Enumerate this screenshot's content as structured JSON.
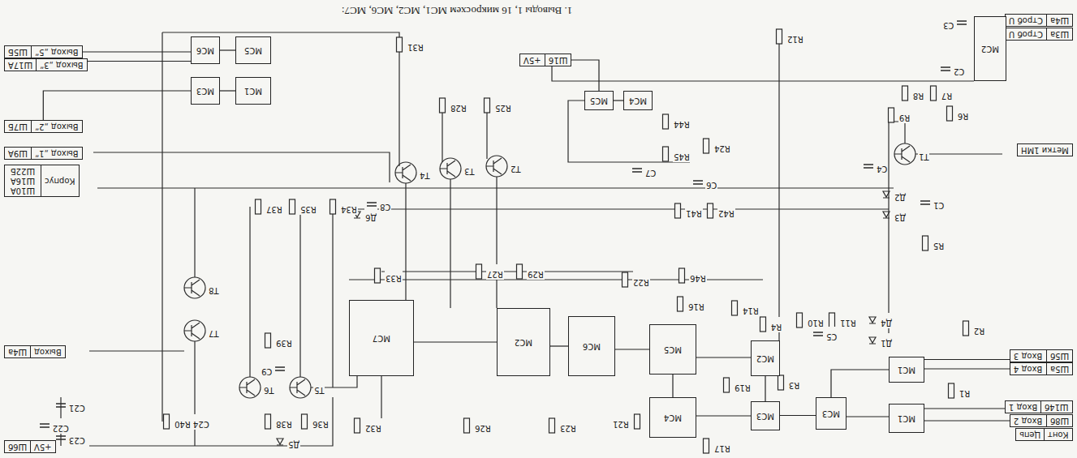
{
  "diagram": {
    "nodes": [
      {
        "text": [
          "Строб U",
          "Ш4а"
        ]
      },
      {
        "text": [
          "Строб U",
          "Ш3а"
        ]
      },
      {
        "text": [
          "Метки 1МН"
        ]
      },
      {
        "text": [
          "Вход 3",
          "Ш5б"
        ]
      },
      {
        "text": [
          "Вход 4",
          "Ш5а"
        ]
      },
      {
        "text": [
          "Вход 1",
          "Ш14б"
        ]
      },
      {
        "text": [
          "Вход 2",
          "Ш8б"
        ]
      },
      {
        "text": [
          "Цепь",
          "Конт"
        ]
      },
      {
        "text": [
          "+5V",
          "Ш16"
        ]
      },
      {
        "text": [
          "Выход „5“",
          "Ш5Б"
        ]
      },
      {
        "text": [
          "Выход „3“",
          "Ш17А"
        ]
      },
      {
        "text": [
          "Выход „2“",
          "Ш7Б"
        ]
      },
      {
        "text": [
          "Выход „1“",
          "Ш9А"
        ]
      },
      {
        "text": [
          "Корпус",
          "Ш10А Ш16А Ш22Б"
        ]
      },
      {
        "text": [
          "Выход",
          "Ш4а"
        ]
      },
      {
        "text": [
          "+5V",
          "Ш6б"
        ]
      },
      {
        "text": [
          "МС2"
        ]
      },
      {
        "text": [
          "МС5"
        ]
      },
      {
        "text": [
          "МС4"
        ]
      },
      {
        "text": [
          "МС6"
        ]
      },
      {
        "text": [
          "МС5"
        ]
      },
      {
        "text": [
          "МС3"
        ]
      },
      {
        "text": [
          "МС1"
        ]
      },
      {
        "text": [
          "МС1"
        ]
      },
      {
        "text": [
          "МС1"
        ]
      },
      {
        "text": [
          "МС3"
        ]
      },
      {
        "text": [
          "МС3"
        ]
      },
      {
        "text": [
          "МС2"
        ]
      },
      {
        "text": [
          "МС4"
        ]
      },
      {
        "text": [
          "МС5"
        ]
      },
      {
        "text": [
          "МС6"
        ]
      },
      {
        "text": [
          "МС2"
        ]
      },
      {
        "text": [
          "МС7"
        ]
      }
    ],
    "edges": [
      {
        "from": 0,
        "to": 16,
        "arrow": "none"
      },
      {
        "from": 1,
        "to": 16,
        "arrow": "none"
      },
      {
        "from": 3,
        "to": 23,
        "arrow": "none"
      },
      {
        "from": 4,
        "to": 23,
        "arrow": "none"
      },
      {
        "from": 5,
        "to": 24,
        "arrow": "none"
      },
      {
        "from": 6,
        "to": 24,
        "arrow": "none"
      },
      {
        "from": 23,
        "to": 25,
        "arrow": "none"
      },
      {
        "from": 24,
        "to": 25,
        "arrow": "none"
      },
      {
        "from": 25,
        "to": 26,
        "arrow": "none"
      },
      {
        "from": 26,
        "to": 28,
        "arrow": "none"
      },
      {
        "from": 26,
        "to": 27,
        "arrow": "none"
      },
      {
        "from": 27,
        "to": 29,
        "arrow": "none"
      },
      {
        "from": 28,
        "to": 29,
        "arrow": "none"
      },
      {
        "from": 29,
        "to": 30,
        "arrow": "none"
      },
      {
        "from": 30,
        "to": 31,
        "arrow": "none"
      },
      {
        "from": 31,
        "to": 32,
        "arrow": "none"
      },
      {
        "from": 19,
        "to": 9,
        "arrow": "none"
      },
      {
        "from": 19,
        "to": 10,
        "arrow": "none"
      },
      {
        "from": 21,
        "to": 11,
        "arrow": "none"
      },
      {
        "from": 20,
        "to": 19,
        "arrow": "none"
      },
      {
        "from": 22,
        "to": 21,
        "arrow": "none"
      },
      {
        "from": 8,
        "to": 17,
        "arrow": "none"
      },
      {
        "from": 17,
        "to": 18,
        "arrow": "none"
      }
    ],
    "labels": [
      "1. Выводы 1, 16 микросхем МС1, МС2, МС6, МС7:",
      "Т1",
      "Т2",
      "Т3",
      "Т4",
      "Т5",
      "Т6",
      "Т7",
      "Т8",
      "R1",
      "R2",
      "R3",
      "R4",
      "R5",
      "R6",
      "R7",
      "R8",
      "R9",
      "R10",
      "R11",
      "R12",
      "R14",
      "R16",
      "R17",
      "R19",
      "R21",
      "R22",
      "R23",
      "R24",
      "R25",
      "R26",
      "R27",
      "R28",
      "R29",
      "R31",
      "R32",
      "R33",
      "R34",
      "R35",
      "R36",
      "R37",
      "R38",
      "R39",
      "R40",
      "R41",
      "R42",
      "R44",
      "R45",
      "R46",
      "C1",
      "C2",
      "C3",
      "C4",
      "C5",
      "C6",
      "C7",
      "C8",
      "C9",
      "C21",
      "C22",
      "C23",
      "C24",
      "Д1",
      "Д2",
      "Д3",
      "Д4",
      "Д5",
      "Д6"
    ]
  }
}
